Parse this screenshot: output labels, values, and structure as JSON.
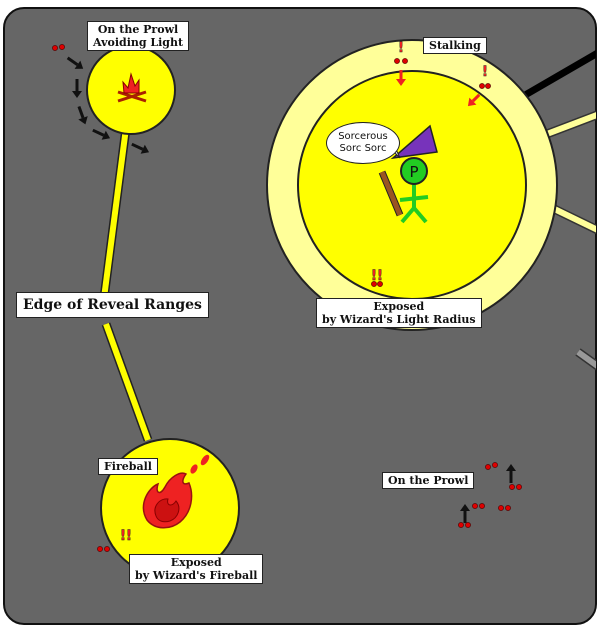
{
  "labels": {
    "prowl_light": [
      "On the Prowl",
      "Avoiding Light"
    ],
    "stalking": "Stalking",
    "edge": "Edge of Reveal Ranges",
    "exposed_light": [
      "Exposed",
      "by Wizard's Light Radius"
    ],
    "fireball": "Fireball",
    "exposed_fireball": [
      "Exposed",
      "by Wizard's Fireball"
    ],
    "prowl": "On the Prowl"
  },
  "speech": [
    "Sorcerous",
    "Sorc Sorc"
  ],
  "wizard_glyph": "P",
  "alert_glyph": "!",
  "colors": {
    "board": "#666666",
    "light": "#ffff00",
    "outer_light": "#ffff99",
    "wizard_body": "#22cc22",
    "hat": "#7733bb",
    "eyes": "#dd0000",
    "fire": "#ee2222"
  }
}
